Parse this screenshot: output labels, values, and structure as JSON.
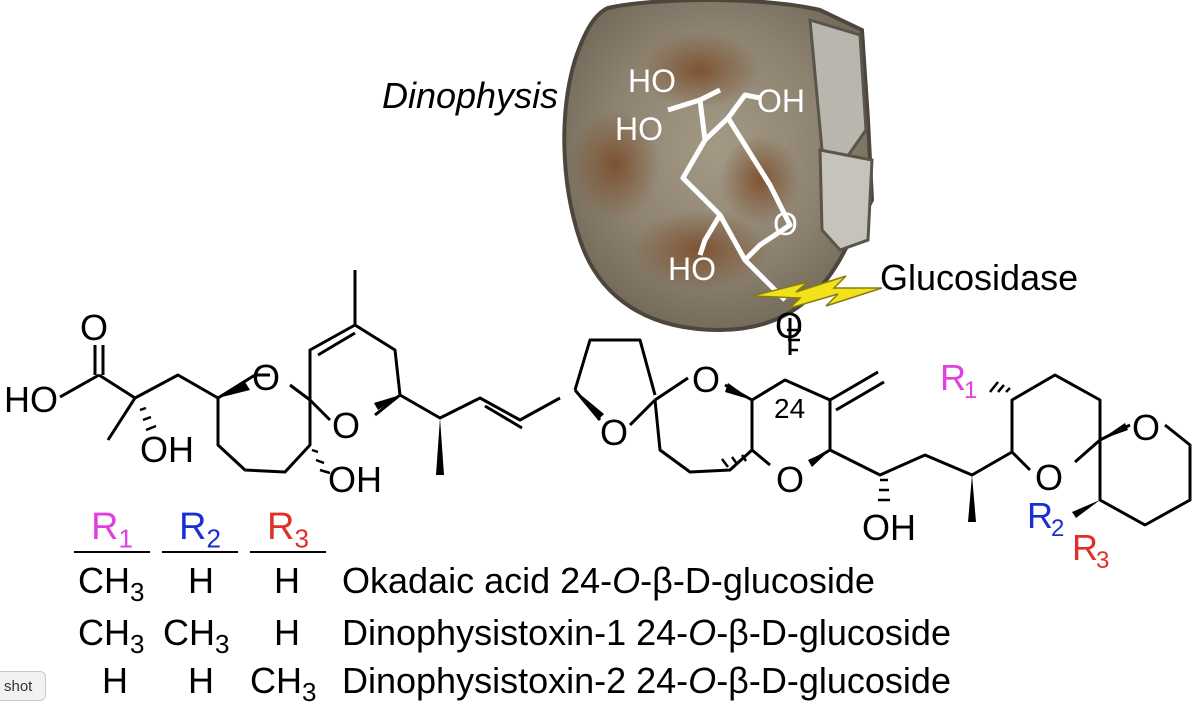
{
  "organism_label": "Dinophysis",
  "enzyme_label": "Glucosidase",
  "sugar_labels": {
    "ho_top": "HO",
    "oh_top": "OH",
    "ho_mid": "HO",
    "ring_o": "O",
    "ho_low": "HO"
  },
  "molecule_labels": {
    "acid_o": "O",
    "acid_ho": "HO",
    "oh1": "OH",
    "o_ringA": "O",
    "o_spiro1": "O",
    "oh2": "OH",
    "o_thf": "O",
    "o_ringB": "O",
    "c24": "24",
    "o_glyc": "O",
    "o_ringC": "O",
    "oh3": "OH",
    "r1": "R",
    "r1_sub": "1",
    "o_ringD": "O",
    "o_ringE": "O",
    "r2": "R",
    "r2_sub": "2",
    "r3": "R",
    "r3_sub": "3"
  },
  "legend": {
    "headers": [
      {
        "text": "R",
        "sub": "1",
        "color": "#e040e0"
      },
      {
        "text": "R",
        "sub": "2",
        "color": "#1a2fd0"
      },
      {
        "text": "R",
        "sub": "3",
        "color": "#e0302a"
      }
    ],
    "rows": [
      {
        "r1": "CH",
        "r1_sub": "3",
        "r2": "H",
        "r2_sub": "",
        "r3": "H",
        "r3_sub": "",
        "name_a": "Okadaic acid 24-",
        "name_i": "O",
        "name_b": "-β-",
        "name_d": "D",
        "name_c": "-glucoside"
      },
      {
        "r1": "CH",
        "r1_sub": "3",
        "r2": "CH",
        "r2_sub": "3",
        "r3": "H",
        "r3_sub": "",
        "name_a": "Dinophysistoxin-1 24-",
        "name_i": "O",
        "name_b": "-β-",
        "name_d": "D",
        "name_c": "-glucoside"
      },
      {
        "r1": "H",
        "r1_sub": "",
        "r2": "H",
        "r2_sub": "",
        "r3": "CH",
        "r3_sub": "3",
        "name_a": "Dinophysistoxin-2 24-",
        "name_i": "O",
        "name_b": "-β-",
        "name_d": "D",
        "name_c": "-glucoside"
      }
    ]
  },
  "screenshot_tab": "shot",
  "colors": {
    "r1": "#e040e0",
    "r2": "#1a2fd0",
    "r3": "#e0302a",
    "bolt": "#f2e21c",
    "cell": "#8a7a5a"
  }
}
